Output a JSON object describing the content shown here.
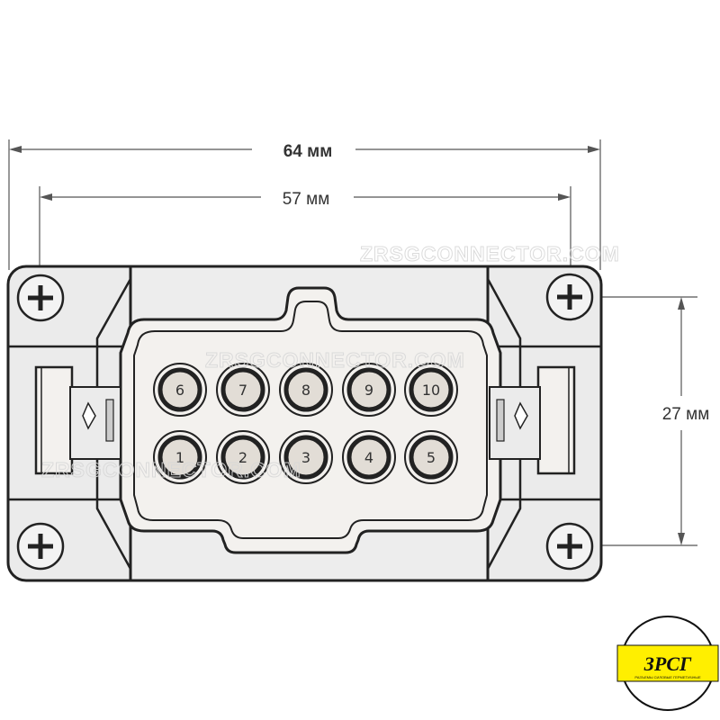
{
  "dimensions": {
    "overall_width": "64 мм",
    "hole_spacing": "57 мм",
    "hole_height": "27 мм"
  },
  "pins": {
    "top_row": [
      "6",
      "7",
      "8",
      "9",
      "10"
    ],
    "bottom_row": [
      "1",
      "2",
      "3",
      "4",
      "5"
    ]
  },
  "watermark": "ZRSGCONNECTOR.COM",
  "logo": {
    "text": "ЗРСГ",
    "tagline": "РАЗЪЕМЫ СИЛОВЫЕ ГЕРМЕТИЧНЫЕ"
  },
  "colors": {
    "line": "#222222",
    "body_fill": "#ebebeb",
    "insert_fill": "#f3f1ee",
    "pin_ring": "#e2ddd6",
    "logo_yellow": "#ffef00"
  }
}
